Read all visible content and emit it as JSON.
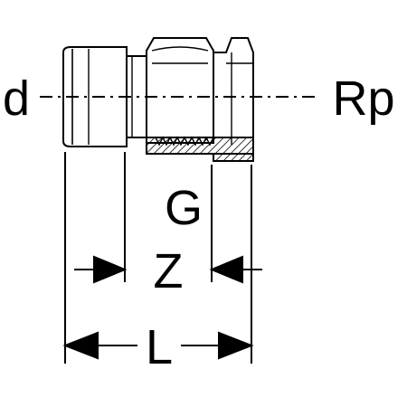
{
  "labels": {
    "d": "d",
    "rp": "Rp",
    "g": "G",
    "z": "Z",
    "l": "L"
  },
  "colors": {
    "line": "#000000",
    "hatch": "#000000",
    "background": "#ffffff"
  }
}
